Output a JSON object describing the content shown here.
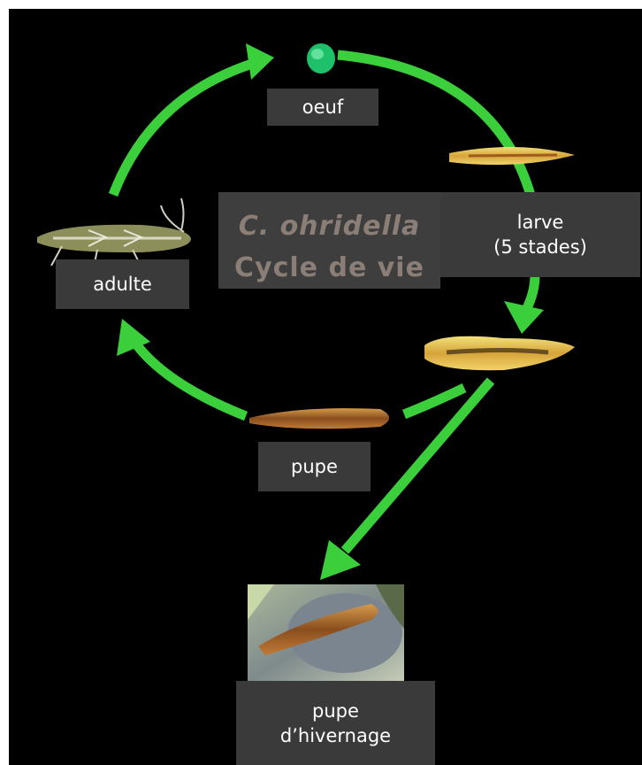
{
  "title": {
    "line1": "C. ohridella",
    "line2": "Cycle de vie"
  },
  "stages": {
    "egg": "oeuf",
    "larva_line1": "larve",
    "larva_line2": "(5 stades)",
    "pupa": "pupe",
    "winter_pupa_line1": "pupe",
    "winter_pupa_line2": "d’hivernage",
    "adult": "adulte"
  },
  "colors": {
    "background": "#000000",
    "arrow": "#3ccf3c",
    "label_box": "#3a3a3a",
    "title_text": "#8a7e76"
  },
  "icons": [
    "egg-image",
    "larva-small-image",
    "larva-large-image",
    "pupa-image",
    "winter-pupa-photo",
    "adult-moth-image"
  ]
}
